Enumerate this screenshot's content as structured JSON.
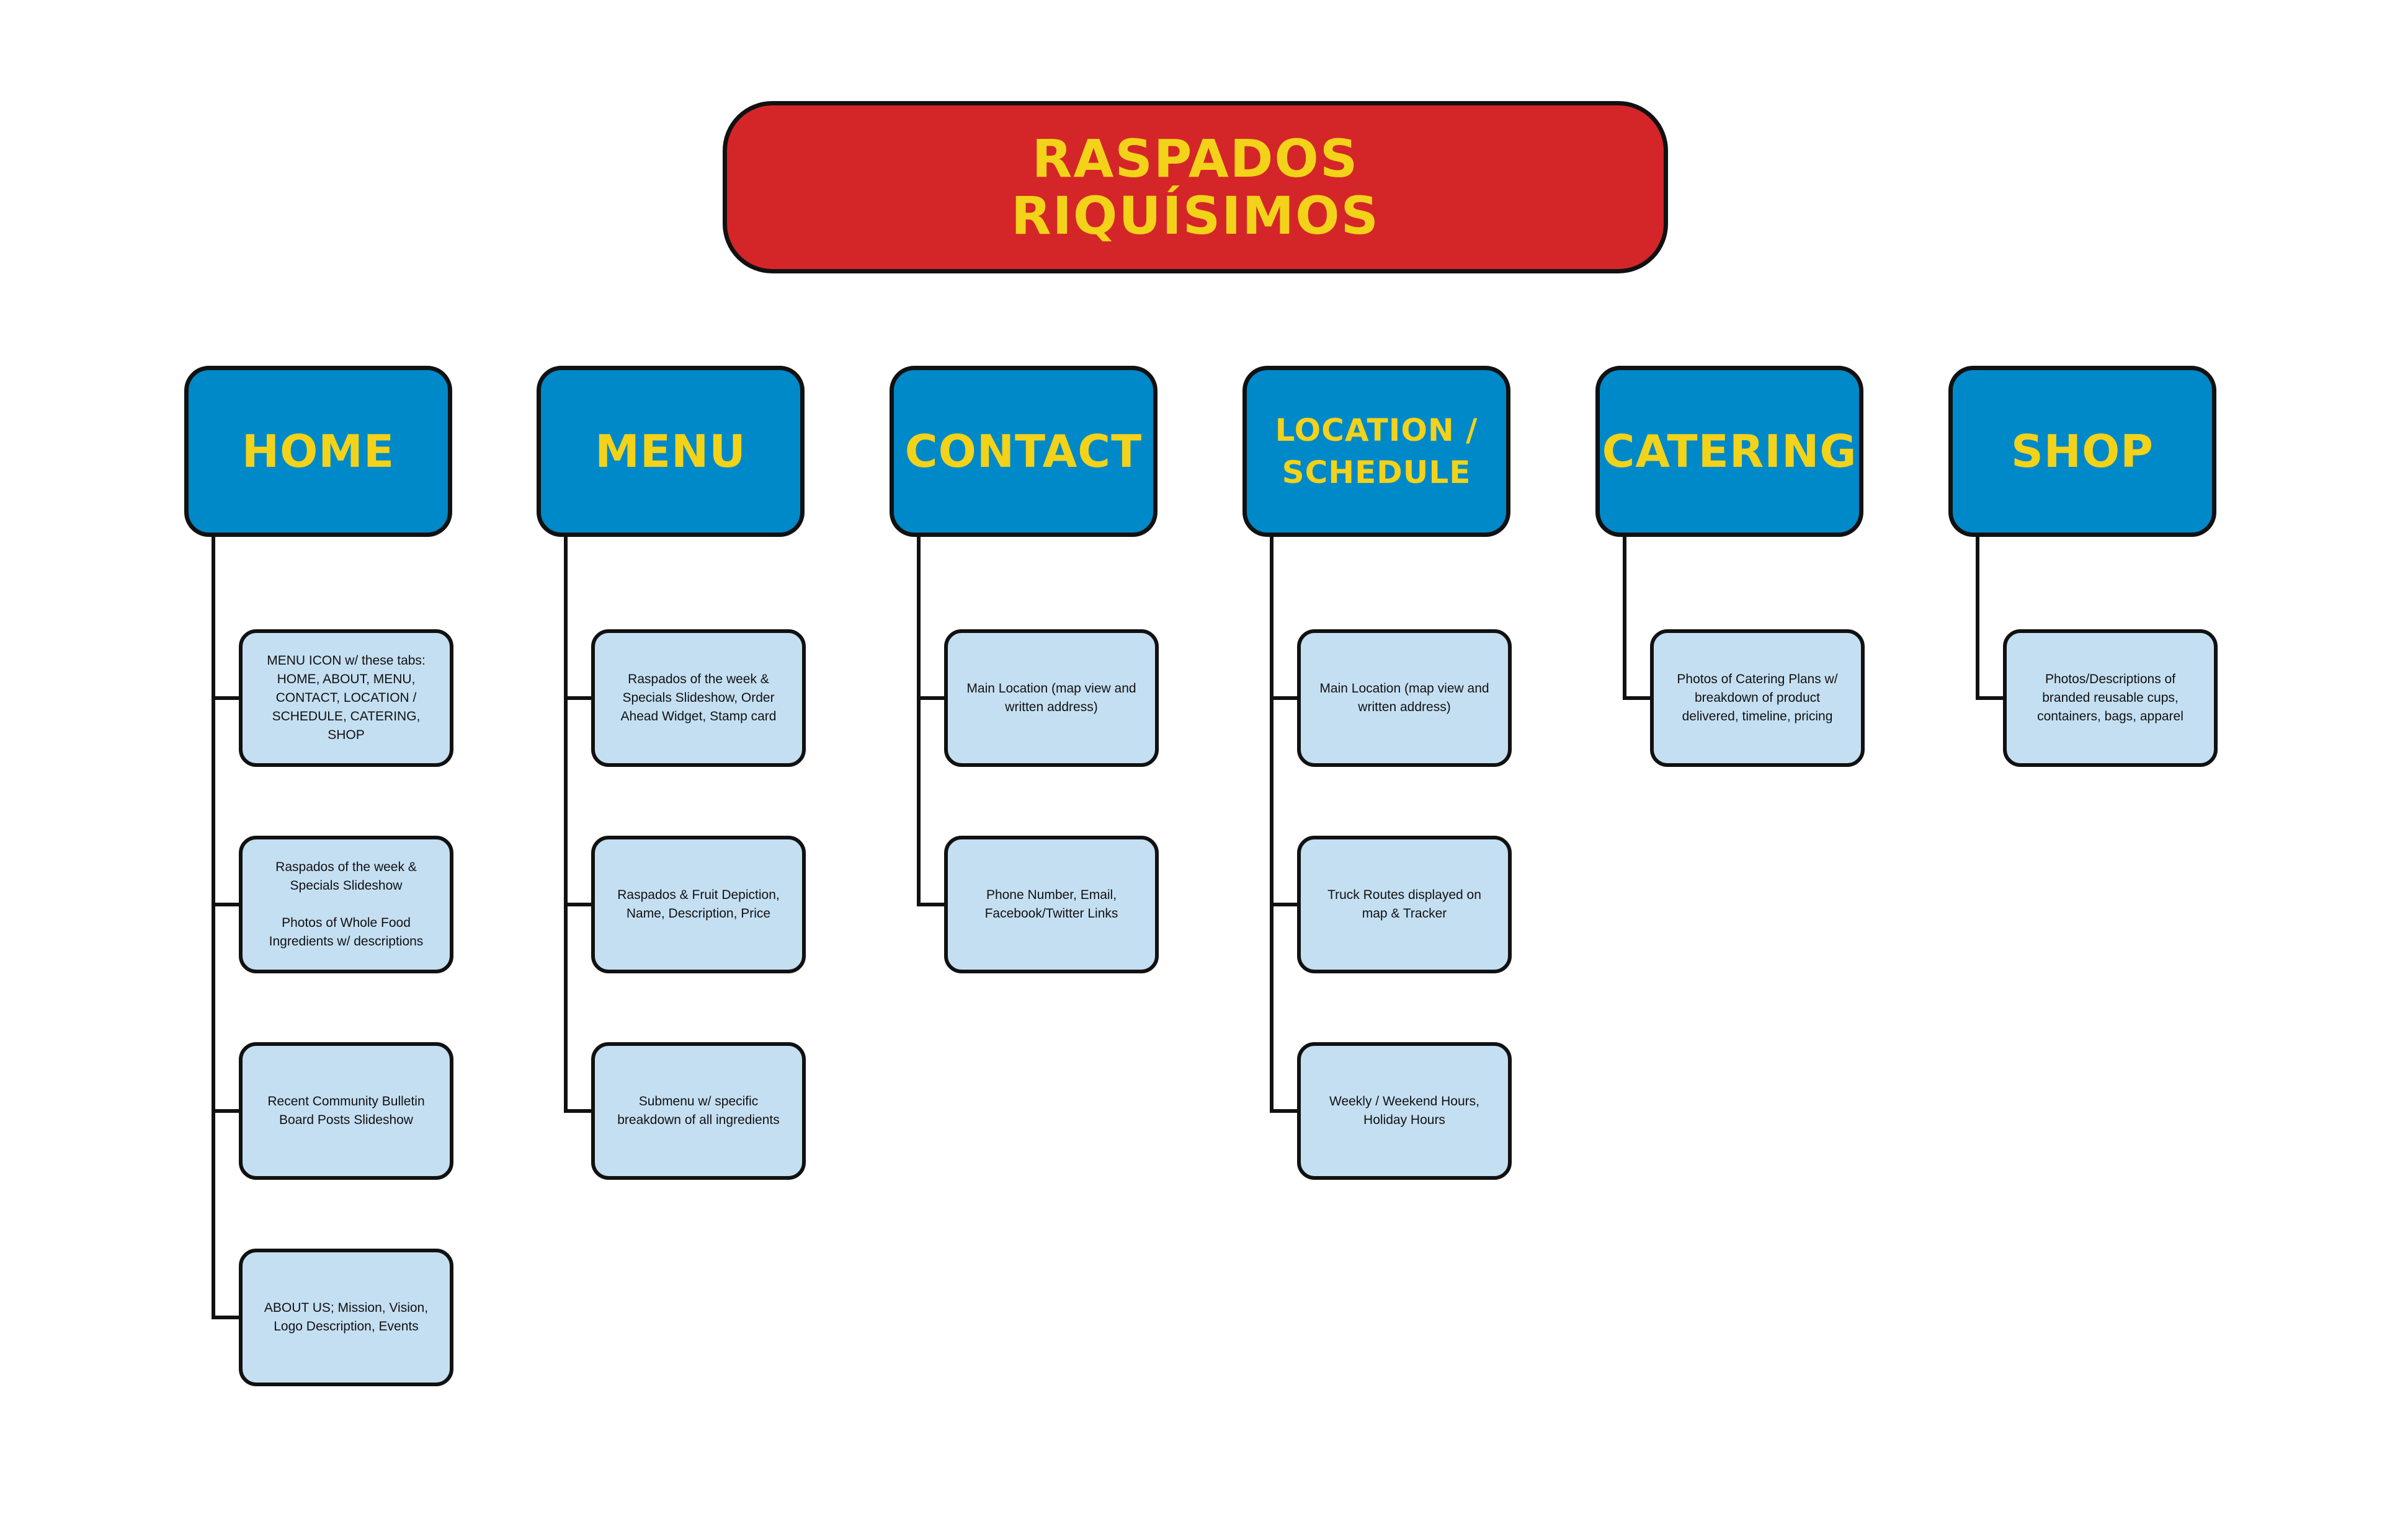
{
  "title": {
    "line1": "RASPADOS",
    "line2": "RIQUÍSIMOS"
  },
  "colors": {
    "title_fill": "#d42628",
    "title_text": "#f3d21a",
    "category_fill": "#0089c8",
    "category_text": "#f3d21a",
    "item_fill": "#c5dff2",
    "line": "#111111"
  },
  "columns": [
    {
      "label": "HOME",
      "items": [
        "MENU ICON w/ these tabs:\nHOME, ABOUT, MENU,\nCONTACT, LOCATION /\nSCHEDULE, CATERING, SHOP",
        "Raspados of the week &\nSpecials Slideshow\n\nPhotos of Whole Food\nIngredients w/ descriptions",
        "Recent Community Bulletin\nBoard Posts Slideshow",
        "ABOUT US; Mission, Vision,\nLogo Description, Events"
      ]
    },
    {
      "label": "MENU",
      "items": [
        "Raspados of the week &\nSpecials Slideshow, Order\nAhead Widget, Stamp card",
        "Raspados & Fruit Depiction,\nName, Description, Price",
        "Submenu w/ specific\nbreakdown of all ingredients"
      ]
    },
    {
      "label": "CONTACT",
      "items": [
        "Main Location (map view and\nwritten address)",
        "Phone Number, Email,\nFacebook/Twitter Links"
      ]
    },
    {
      "label": "LOCATION / SCHEDULE",
      "items": [
        "Main Location (map view and\nwritten address)",
        "Truck Routes displayed on\nmap & Tracker",
        "Weekly / Weekend Hours,\nHoliday Hours"
      ]
    },
    {
      "label": "CATERING",
      "items": [
        "Photos of Catering Plans w/\nbreakdown of product\ndelivered, timeline, pricing"
      ]
    },
    {
      "label": "SHOP",
      "items": [
        "Photos/Descriptions of\nbranded reusable cups,\ncontainers, bags, apparel"
      ]
    }
  ]
}
